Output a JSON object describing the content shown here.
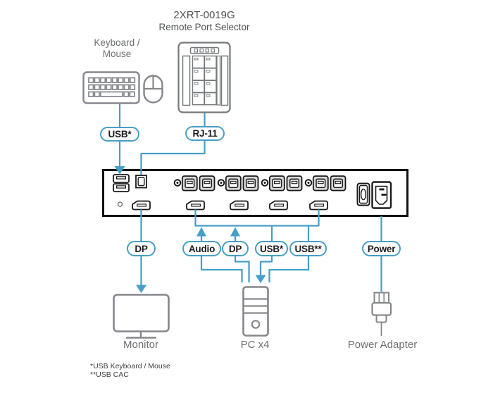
{
  "title": {
    "model": "2XRT-0019G",
    "subtitle": "Remote Port Selector"
  },
  "peripherals": {
    "keyboard_mouse": {
      "line1": "Keyboard /",
      "line2": "Mouse"
    }
  },
  "pills": {
    "usb_top": "USB*",
    "rj11": "RJ-11",
    "dp_monitor": "DP",
    "audio": "Audio",
    "dp_pc": "DP",
    "usb_pc": "USB*",
    "usb_cac": "USB**",
    "power": "Power"
  },
  "devices": {
    "monitor": "Monitor",
    "pc": "PC x4",
    "power_adapter": "Power Adapter"
  },
  "footnotes": [
    "*USB Keyboard / Mouse",
    "**USB CAC"
  ],
  "colors": {
    "line": "#469FC6",
    "device_stroke": "#85878B",
    "port_stroke": "#1A1A1A",
    "title_gray": "#4F5153",
    "label_gray": "#6D6F71",
    "footnote_gray": "#3F4043",
    "pill_text": "#1C1C1E"
  }
}
